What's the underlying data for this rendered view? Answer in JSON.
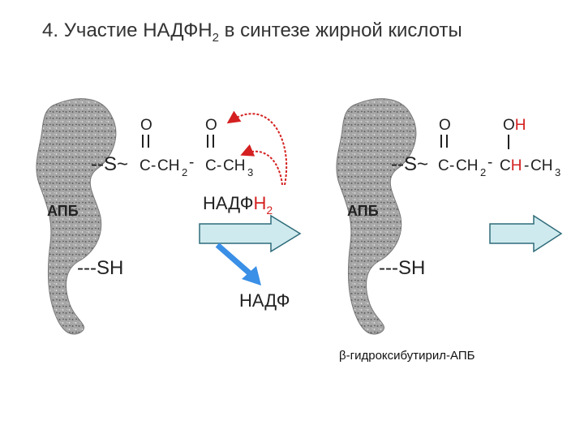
{
  "title": {
    "number": "4.",
    "text_main": "Участие НАДФН",
    "text_sub": "2",
    "text_rest": " в синтезе жирной кислоты"
  },
  "left_panel": {
    "thioester": "--S~",
    "carbonyl_o_1": "O",
    "carbonyl_o_2": "O",
    "c1": "C",
    "ch2": "CH",
    "ch2_sub": "2",
    "c2": "C",
    "ch3": "CH",
    "ch3_sub": "3",
    "acp_label": "АПБ",
    "sh_group": "---SH",
    "nadph_main": "НАДФ",
    "nadph_h": "H",
    "nadph_sub": "2",
    "nadp": "НАДФ"
  },
  "right_panel": {
    "thioester": "--S~",
    "carbonyl_o": "O",
    "hydroxyl_o": "O",
    "hydroxyl_h": "H",
    "c1": "C",
    "ch2": "CH",
    "ch2_sub": "2",
    "ch_c": "C",
    "ch_h": "H",
    "ch3": "CH",
    "ch3_sub": "3",
    "acp_label": "АПБ",
    "sh_group": "---SH"
  },
  "caption": "β-гидроксибутирил-АПБ",
  "colors": {
    "red_highlight": "#d42020",
    "arrow_fill": "#cfeaee",
    "arrow_stroke": "#2f6c7a",
    "blue_arrow": "#3a8fe6",
    "protein_fill": "#9a9a9a"
  }
}
